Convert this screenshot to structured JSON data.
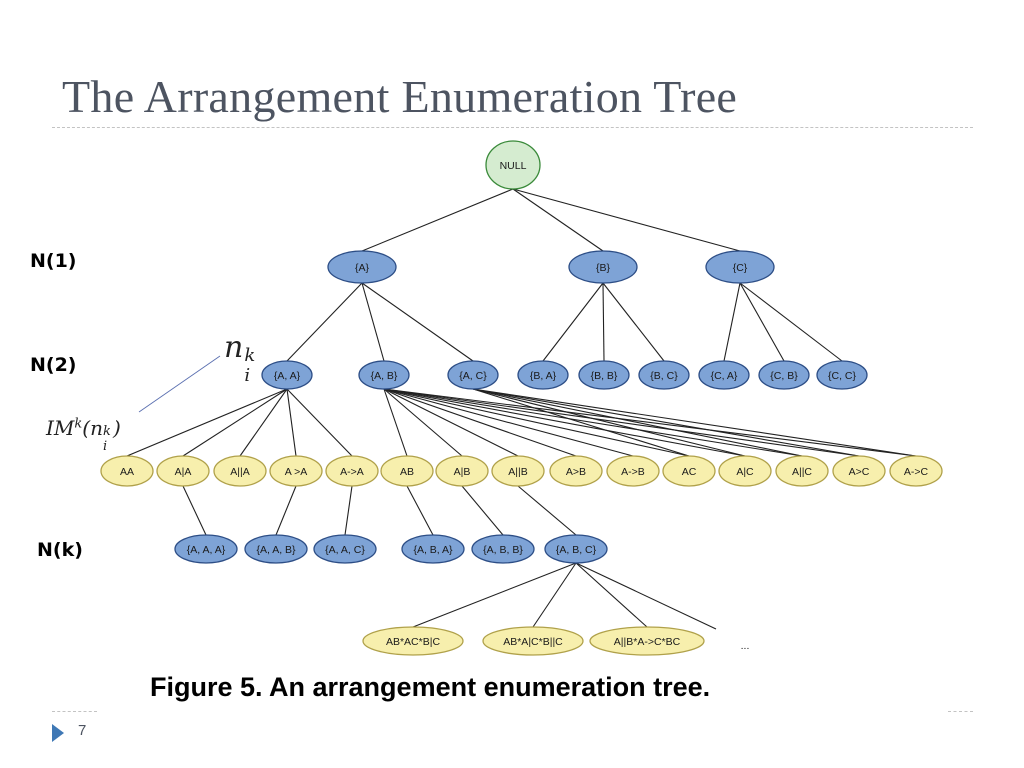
{
  "title": "The Arrangement Enumeration Tree",
  "level_labels": [
    "N(1)",
    "N(2)",
    "N(k)"
  ],
  "math": {
    "node_symbol": "n",
    "node_sub": "i",
    "node_sup": "k",
    "im_prefix": "IM",
    "im_sup": "k",
    "im_open": "(",
    "im_close": ")"
  },
  "caption": "Figure 5. An arrangement enumeration tree.",
  "page_number": "7",
  "colors": {
    "root_fill": "#d5ecd0",
    "root_stroke": "#3a8a3a",
    "blue_fill": "#7ea3d6",
    "blue_stroke": "#2d4e86",
    "yellow_fill": "#f7efad",
    "yellow_stroke": "#b0a14a",
    "edge": "#222222",
    "page_marker": "#3f78b5"
  },
  "tree": {
    "root": "NULL",
    "level1": [
      "{A}",
      "{B}",
      "{C}"
    ],
    "level2": [
      "{A, A}",
      "{A, B}",
      "{A, C}",
      "{B, A}",
      "{B, B}",
      "{B, C}",
      "{C, A}",
      "{C, B}",
      "{C, C}"
    ],
    "relations": [
      "AA",
      "A|A",
      "A||A",
      "A >A",
      "A->A",
      "AB",
      "A|B",
      "A||B",
      "A>B",
      "A->B",
      "AC",
      "A|C",
      "A||C",
      "A>C",
      "A->C"
    ],
    "levelk": [
      "{A, A, A}",
      "{A, A, B}",
      "{A, A, C}",
      "{A, B, A}",
      "{A, B, B}",
      "{A, B, C}"
    ],
    "bottom": [
      "AB*AC*B|C",
      "AB*A|C*B||C",
      "A||B*A->C*BC"
    ],
    "ellipsis": "..."
  }
}
